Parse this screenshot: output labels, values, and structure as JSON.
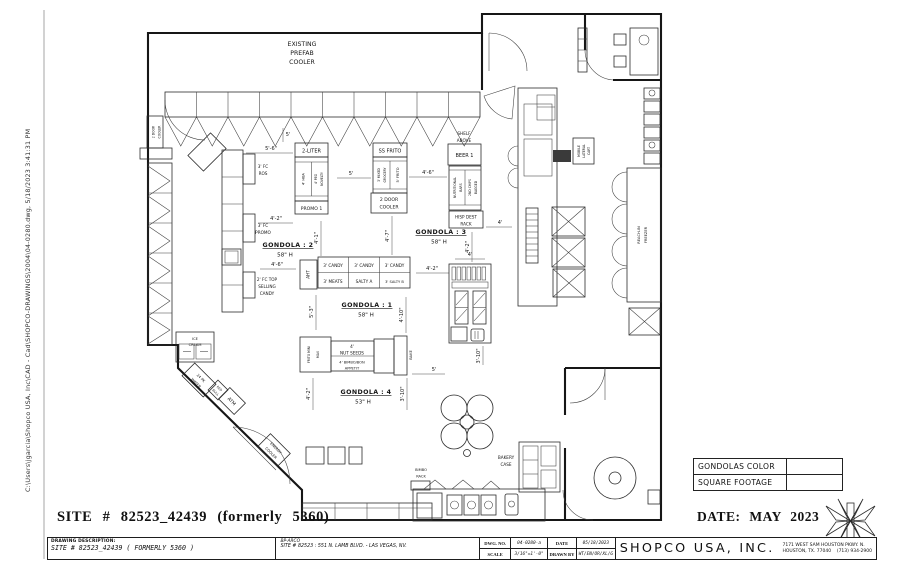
{
  "window": {
    "file_path": "C:\\Users\\jgarcia\\Shopco USA, Inc\\CAD - Cad\\SHOPCO-DRAWINGS\\2004\\04-0280.dwg, 5/18/2023 3:41:31 PM"
  },
  "plan": {
    "cooler": {
      "l1": "EXISTING",
      "l2": "PREFAB",
      "l3": "COOLER"
    },
    "fixtures": {
      "two_door_cooler_w": {
        "l1": "2 DOOR",
        "l2": "COOLER"
      },
      "two_liter": "2-LITER",
      "hba": "4' HBA",
      "peg": {
        "l1": "4' PEG",
        "l2": "NOVELTY"
      },
      "promo1": "PROMO 1",
      "fc_ros": {
        "l1": "3' FC",
        "l2": "ROS"
      },
      "fc_promo": {
        "l1": "3' FC",
        "l2": "PROMO"
      },
      "fc_candy": {
        "l1": "2' FC TOP",
        "l2": "SELLING",
        "l3": "CANDY"
      },
      "ss_frito": "SS FRITO",
      "mixed_grocery": {
        "l1": "3' MIXED",
        "l2": "GROCERY"
      },
      "frito5": "5' FRITO",
      "two_door_cooler_m": {
        "l1": "2 DOOR",
        "l2": "COOLER"
      },
      "shelf_above": {
        "l1": "SHELF",
        "l2": "ABOVE"
      },
      "beer1": "BEER 1",
      "nutritional": {
        "l1": "NUTRITIONAL",
        "l2": "BARS"
      },
      "chips2": {
        "l1": "2ND CHIPS",
        "l2": "BAGGED"
      },
      "hisp": {
        "l1": "HISP DEST",
        "l2": "RACK"
      },
      "aht": "AHT",
      "ice_cream": {
        "l1": "ICE",
        "l2": "CREAM"
      },
      "water": {
        "l1": "24 PK",
        "l2": "WATER"
      },
      "red_bull": {
        "l1": "RED",
        "l2": "BULL"
      },
      "atm": "ATM",
      "energy": {
        "l1": "ENERGY",
        "l2": "COOLER"
      },
      "frito_mini": {
        "l1": "FRITO MINI",
        "l2": "MAX"
      },
      "nut_seeds": {
        "l1": "4'",
        "l2": "NUT SEEDS"
      },
      "bimbo": {
        "l1": "4' BIMBO/BON",
        "l2": "APPETIT"
      },
      "bake": "BAKE",
      "bimbo_rack": {
        "l1": "BIMBO",
        "l2": "RACK"
      },
      "bakery_case": {
        "l1": "BAKERY",
        "l2": "CASE"
      },
      "cart": {
        "l1": "MOBILE",
        "l2": "LATERAL",
        "l3": "CART"
      },
      "freezer": {
        "l1": "REACH-IN",
        "l2": "FREEZER"
      }
    },
    "gondola1": {
      "title": "GONDOLA : 1",
      "height": "58\" H",
      "cells": {
        "c1": "3' CANDY",
        "c2": "3' CANDY",
        "c3": "3' CANDY",
        "c4": "3' MEATS",
        "c5": "SALTY A",
        "c6": "3' SALTY B"
      }
    },
    "gondola2": {
      "title": "GONDOLA : 2",
      "height": "58\" H"
    },
    "gondola3": {
      "title": "GONDOLA : 3",
      "height": "58\" H"
    },
    "gondola4": {
      "title": "GONDOLA : 4",
      "height": "53\" H"
    },
    "dims": {
      "d56": "5'-6\"",
      "d5": "5'",
      "d42": "4'-2\"",
      "d46": "4'-6\"",
      "d41": "4'-1\"",
      "d53": "5'-3\"",
      "d47": "4'-7\"",
      "d4": "4'",
      "d410": "4'-10\"",
      "d310": "3'-10\""
    }
  },
  "legend": {
    "row1": "GONDOLAS COLOR",
    "row2": "SQUARE FOOTAGE"
  },
  "titles": {
    "site": "SITE # 82523_42439 (formerly 5360)",
    "date": "DATE: MAY 2023"
  },
  "titleblock": {
    "drawing_description_label": "DRAWING DESCRIPTION:",
    "drawing_description": "SITE # 82523_42439 ( FORMERLY 5360 )",
    "client": "BP-ARCO",
    "site_address": "SITE # 82523 : 551 N. LAMB BLVD. - LAS VEGAS, NV.",
    "dwg_no_label": "DWG. NO.",
    "dwg_no": "04-0280-a",
    "scale_label": "SCALE",
    "scale": "3/16\"=1'-0\"",
    "date_label": "DATE",
    "date": "05/18/2023",
    "drawn_by_label": "DRAWN BY",
    "drawn_by": "WT/EN/OR/XL/G",
    "company": "SHOPCO USA, INC.",
    "address1": "7171 WEST SAM HOUSTON PKWY. N.",
    "address2": "HOUSTON, TX. 77040",
    "phone": "(713) 934-2900"
  }
}
